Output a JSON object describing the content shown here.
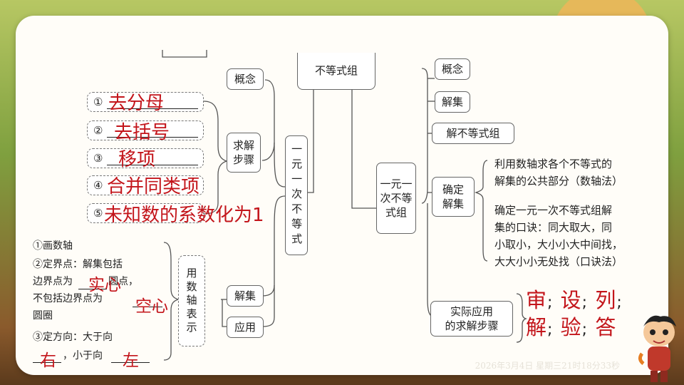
{
  "center": {
    "title": "不等式组",
    "left_node": "一元一次不等式",
    "right_node": "一元一次不等式组"
  },
  "left_branch": {
    "concept": "概念",
    "steps_title": "求解步骤",
    "steps": [
      {
        "num": "①",
        "answer": "去分母"
      },
      {
        "num": "②",
        "answer": "去括号"
      },
      {
        "num": "③",
        "answer": "移项"
      },
      {
        "num": "④",
        "answer": "合并同类项"
      },
      {
        "num": "⑤",
        "answer": "未知数的系数化为1"
      }
    ],
    "numberline_title": "用数轴表示",
    "solution_set": "解集",
    "application": "应用",
    "numberline_notes": {
      "line1": "①画数轴",
      "line2": "②定界点：解集包括",
      "line3a": "边界点为",
      "line3b": "圆点，",
      "line4": "不包括边界点为",
      "line5": "圆圈",
      "line6": "③定方向：大于向",
      "line7a": "，小于向",
      "answer_solid": "实心",
      "answer_hollow": "空心",
      "answer_right": "右",
      "answer_left": "左"
    }
  },
  "right_branch": {
    "concept": "概念",
    "solution_set": "解集",
    "solve": "解不等式组",
    "determine": "确定解集",
    "method1": "利用数轴求各个不等式的解集的公共部分（数轴法）",
    "method1_lines": [
      "利用数轴求各个不等式的",
      "解集的公共部分（数轴法）"
    ],
    "method2_lines": [
      "确定一元一次不等式组解",
      "集的口诀：同大取大，同",
      "小取小，大小小大中间找，",
      "大大小小无处找（口诀法）"
    ],
    "application": "实际应用的求解步骤",
    "application_lines": [
      "实际应用",
      "的求解步骤"
    ],
    "steps_answer_line1": [
      "审",
      "设",
      "列"
    ],
    "steps_answer_line2": [
      "解",
      "验",
      "答"
    ],
    "sep": ";"
  },
  "timestamp": "2026年3月4日 星期三21时18分33秒"
}
